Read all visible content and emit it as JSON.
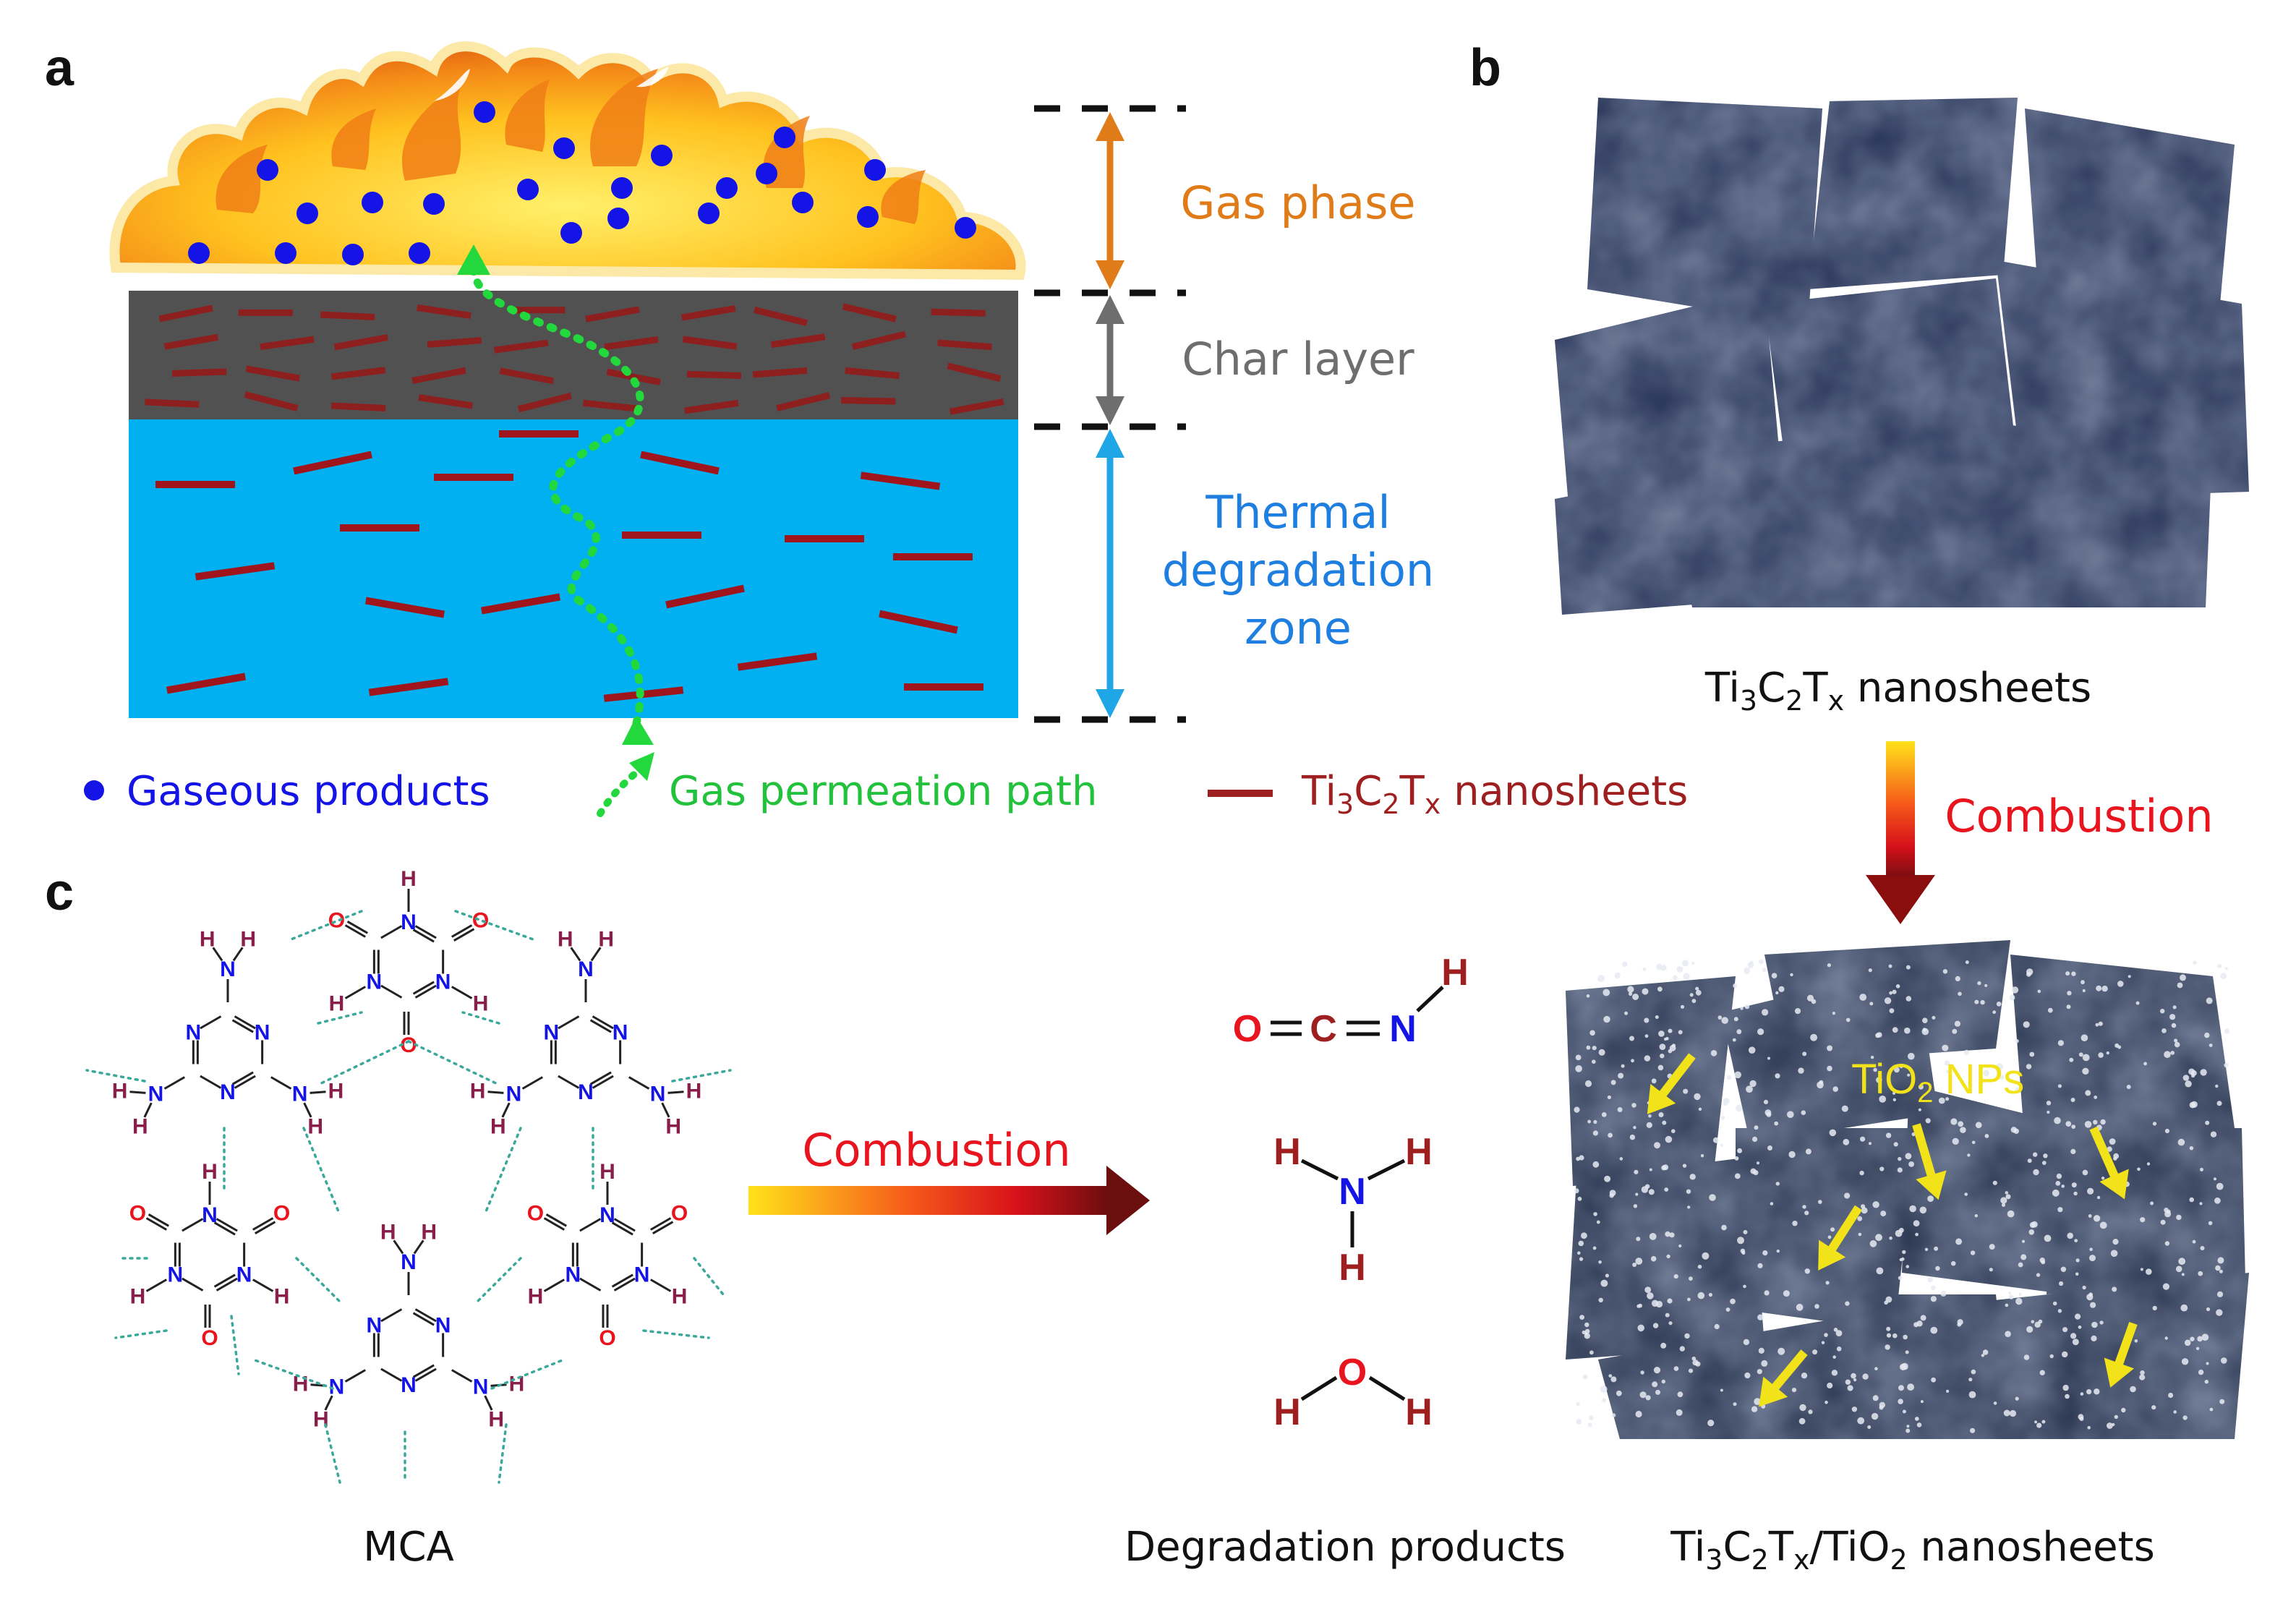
{
  "panels": {
    "a": "a",
    "b": "b",
    "c": "c"
  },
  "zones": {
    "gas_phase": "Gas phase",
    "char_layer": "Char layer",
    "thermal_lines": [
      "Thermal",
      "degradation",
      "zone"
    ]
  },
  "legend": {
    "gaseous": "Gaseous products",
    "permeation": "Gas permeation path",
    "nanosheets_prefix": "Ti",
    "nanosheets_suffix": "nanosheets"
  },
  "panel_b": {
    "top_caption_suffix": "nanosheets",
    "combustion": "Combustion",
    "tio2_label": "TiO",
    "tio2_sub": "2",
    "tio2_suffix": "NPs",
    "bottom_caption_tail": "nanosheets"
  },
  "panel_c": {
    "mca": "MCA",
    "combustion": "Combustion",
    "products": "Degradation products"
  },
  "formula": {
    "ti": "Ti",
    "c": "C",
    "t": "T",
    "n3": "3",
    "n2": "2",
    "x": "x",
    "slash_tio": "/TiO",
    "o2": "2"
  },
  "molecules": {
    "hnco": [
      "O",
      "C",
      "N",
      "H"
    ],
    "nh3": [
      "H",
      "N",
      "H",
      "H"
    ],
    "h2o": [
      "H",
      "O",
      "H"
    ]
  },
  "colors": {
    "gas_phase": "#E07B1A",
    "char_layer": "#6E6E6E",
    "thermal_zone": "#1E7FE0",
    "gaseous_dot": "#1414E6",
    "permeation": "#22D83C",
    "nanosheet": "#9E1F1F",
    "combustion_text": "#E8141E",
    "tio2_text": "#F2E21A",
    "sheet": "#2E3A5C"
  }
}
